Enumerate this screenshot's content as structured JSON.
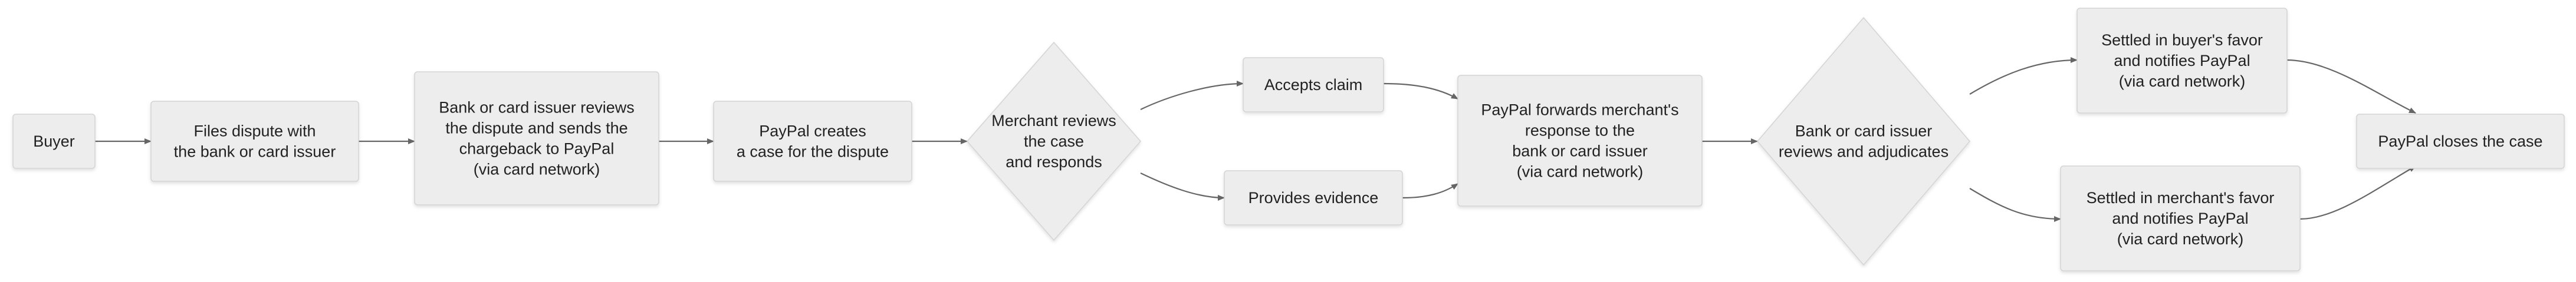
{
  "diagram": {
    "nodes": {
      "buyer": [
        "Buyer"
      ],
      "files_dispute": [
        "Files dispute with",
        "the bank or card issuer"
      ],
      "issuer_reviews": [
        "Bank or card issuer reviews",
        "the dispute and sends the",
        "chargeback to PayPal",
        "(via card network)"
      ],
      "paypal_creates": [
        "PayPal creates",
        "a case for the dispute"
      ],
      "merchant_reviews": [
        "Merchant reviews",
        "the case",
        "and responds"
      ],
      "accepts_claim": [
        "Accepts claim"
      ],
      "provides_evidence": [
        "Provides evidence"
      ],
      "paypal_forwards": [
        "PayPal forwards merchant's",
        "response to the",
        "bank or card issuer",
        "(via card network)"
      ],
      "issuer_adjudicates": [
        "Bank or card issuer",
        "reviews and adjudicates"
      ],
      "buyer_favor": [
        "Settled in buyer's favor",
        "and notifies PayPal",
        "(via card network)"
      ],
      "merchant_favor": [
        "Settled in merchant's favor",
        "and notifies PayPal",
        "(via card network)"
      ],
      "paypal_closes": [
        "PayPal closes the case"
      ]
    },
    "colors": {
      "node_fill": "#ededed",
      "node_border": "#d4d4d4",
      "edge": "#666666",
      "text": "#222222"
    }
  }
}
